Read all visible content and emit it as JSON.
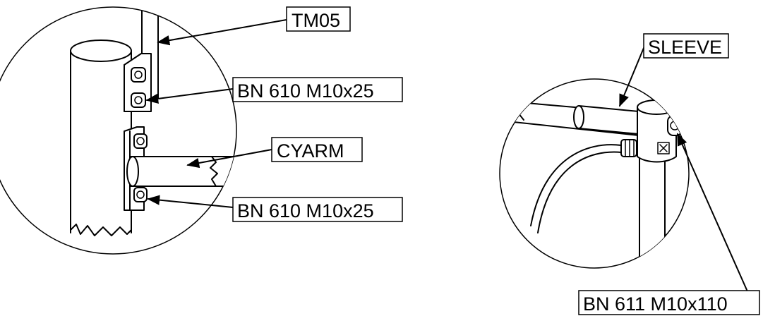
{
  "labels": {
    "tm05": "TM05",
    "bolt_upper": "BN 610 M10x25",
    "cyarm": "CYARM",
    "bolt_lower": "BN 610 M10x25",
    "sleeve": "SLEEVE",
    "bolt_sleeve": "BN 611 M10x110"
  }
}
